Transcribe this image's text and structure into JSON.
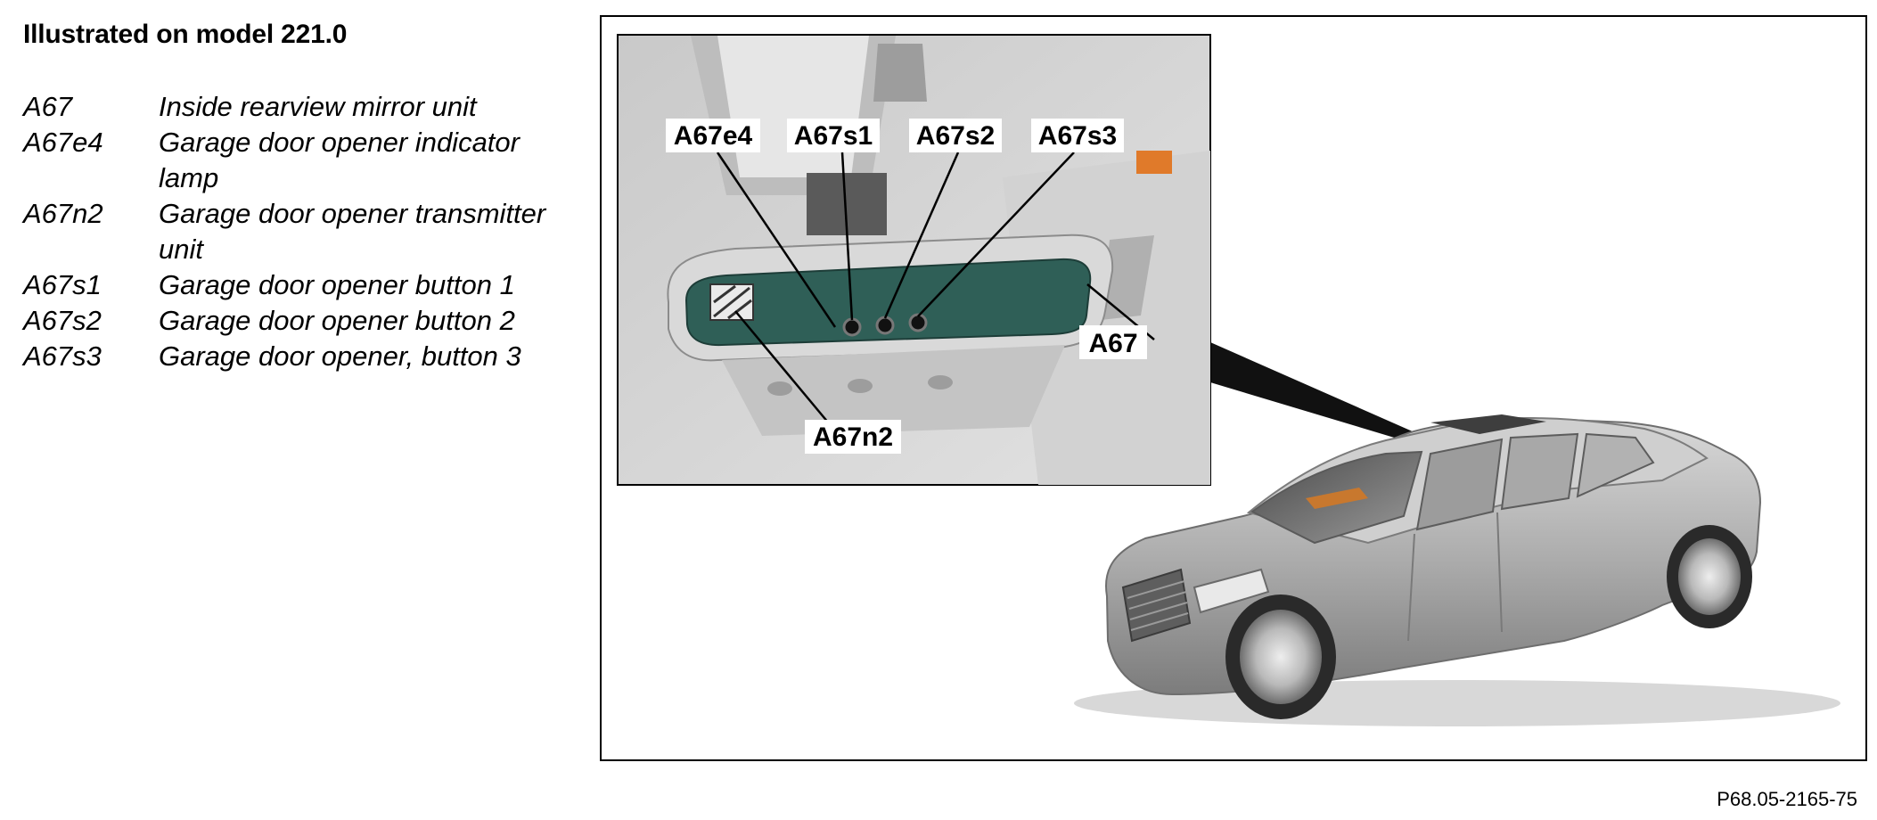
{
  "title": "Illustrated on model 221.0",
  "legend": [
    {
      "code": "A67",
      "description": "Inside rearview mirror unit"
    },
    {
      "code": "A67e4",
      "description": "Garage door opener indicator lamp"
    },
    {
      "code": "A67n2",
      "description": "Garage door opener transmitter unit"
    },
    {
      "code": "A67s1",
      "description": "Garage door opener button 1"
    },
    {
      "code": "A67s2",
      "description": "Garage door opener button 2"
    },
    {
      "code": "A67s3",
      "description": "Garage door opener, button 3"
    }
  ],
  "callouts": {
    "a67e4": "A67e4",
    "a67s1": "A67s1",
    "a67s2": "A67s2",
    "a67s3": "A67s3",
    "a67": "A67",
    "a67n2": "A67n2"
  },
  "figure_ref": "P68.05-2165-75",
  "colors": {
    "console_glass": "#2f5f57",
    "car_body": "#a9a9a9",
    "interior_accent": "#c8782e"
  }
}
